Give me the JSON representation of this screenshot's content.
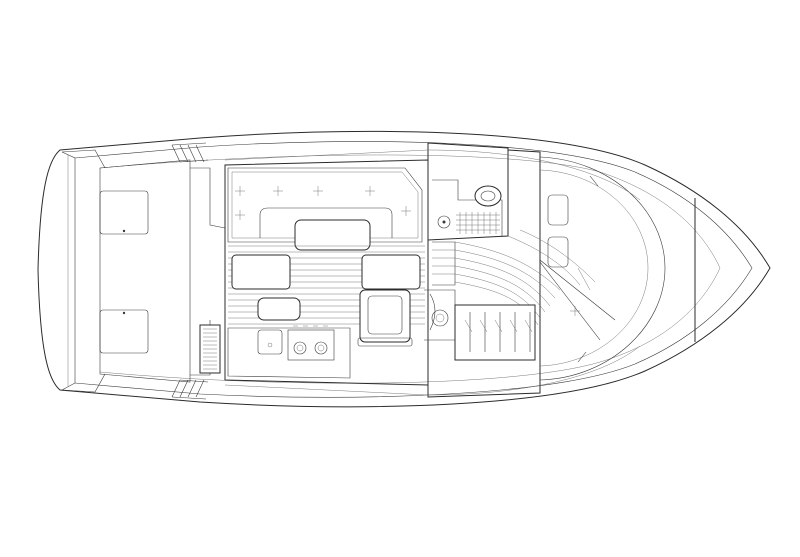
{
  "diagram": {
    "type": "deck-layout-plan",
    "line_color": "#2b2b2b",
    "background": "#ffffff",
    "components": [
      "hull-outline",
      "swim-platform",
      "cockpit-hatch-port",
      "cockpit-hatch-starboard",
      "engine-vent-grille",
      "salon-l-dinette",
      "dinette-table",
      "salon-bench-port",
      "salon-bench-starboard",
      "galley-counter",
      "galley-sink",
      "galley-stove",
      "helm-seat",
      "companionway-steps",
      "head-compartment",
      "toilet",
      "vanity-basin",
      "forward-cabin-v-berth",
      "hanging-locker",
      "fore-deck-hatches"
    ]
  }
}
